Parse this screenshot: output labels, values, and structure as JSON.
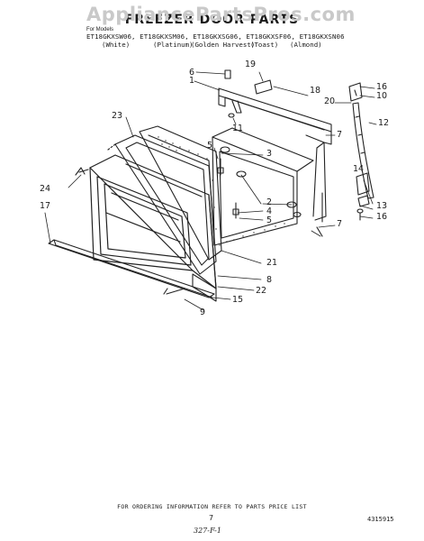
{
  "watermark": "AppliancePartsPros.com",
  "header": {
    "title": "FREEZER DOOR PARTS",
    "for_label": "For Models",
    "models": "ET18GKXSW06, ET18GKXSM06, ET18GKXSG06, ET18GKXSF06, ET18GKXSN06",
    "colors": [
      "(White)",
      "(Platinum)",
      "(Golden Harvest)",
      "(Toast)",
      "(Almond)"
    ]
  },
  "callouts": {
    "c1": "1",
    "c2": "2",
    "c3": "3",
    "c4": "4",
    "c5a": "5",
    "c5b": "5",
    "c6": "6",
    "c7a": "7",
    "c7b": "7",
    "c8": "8",
    "c9": "9",
    "c10": "10",
    "c11": "11",
    "c12": "12",
    "c13": "13",
    "c14": "14",
    "c15": "15",
    "c16a": "16",
    "c16b": "16",
    "c17": "17",
    "c18": "18",
    "c19": "19",
    "c20": "20",
    "c21": "21",
    "c22": "22",
    "c23": "23",
    "c24": "24"
  },
  "footer": {
    "note": "FOR ORDERING INFORMATION REFER TO PARTS PRICE LIST",
    "page": "7",
    "doc_number": "4315915",
    "code": "327-F-1"
  }
}
